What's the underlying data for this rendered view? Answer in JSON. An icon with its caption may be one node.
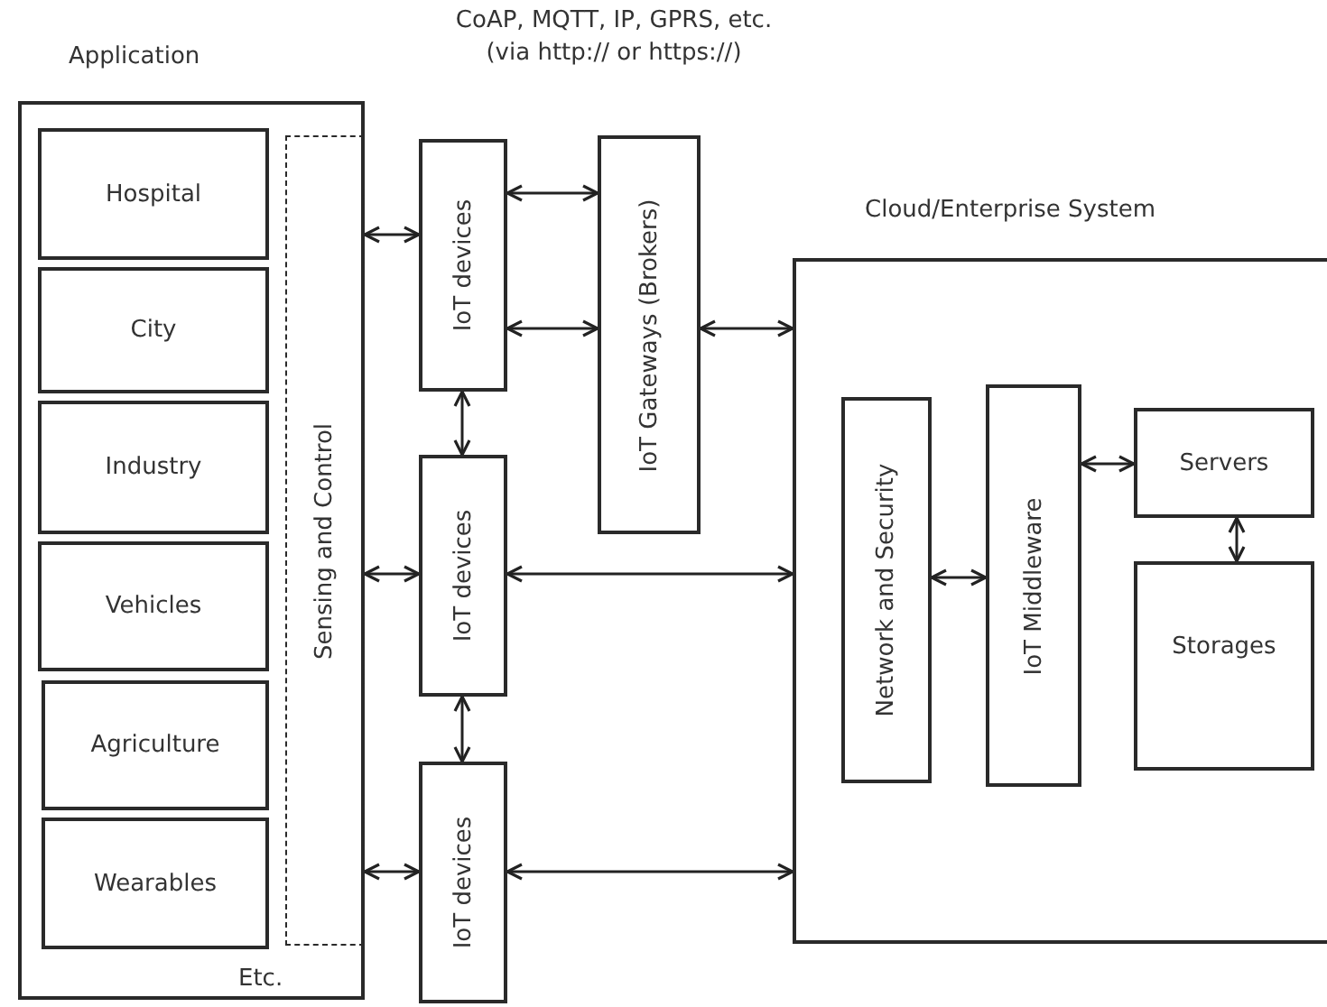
{
  "diagram": {
    "nodes": [
      {
        "text": [
          "Application",
          "Etc."
        ]
      },
      {
        "text": [
          "Hospital"
        ],
        "in": 0
      },
      {
        "text": [
          "City"
        ],
        "in": 0
      },
      {
        "text": [
          "Industry"
        ],
        "in": 0
      },
      {
        "text": [
          "Vehicles"
        ],
        "in": 0
      },
      {
        "text": [
          "Agriculture"
        ],
        "in": 0
      },
      {
        "text": [
          "Wearables"
        ],
        "in": 0
      },
      {
        "text": [
          "Sensing and Control"
        ],
        "in": 0
      },
      {
        "text": [
          "IoT devices"
        ]
      },
      {
        "text": [
          "IoT Gateways (Brokers)"
        ]
      },
      {
        "text": [
          "IoT devices"
        ]
      },
      {
        "text": [
          "IoT devices"
        ]
      },
      {
        "text": [
          "Cloud/Enterprise System"
        ]
      },
      {
        "text": [
          "Network and Security"
        ],
        "in": 12
      },
      {
        "text": [
          "IoT Middleware"
        ],
        "in": 12
      },
      {
        "text": [
          "Servers"
        ],
        "in": 12
      },
      {
        "text": [
          "Storages"
        ],
        "in": 12
      }
    ],
    "edges": [
      {
        "from": 7,
        "to": 8,
        "arrow": "both"
      },
      {
        "from": 7,
        "to": 10,
        "arrow": "both"
      },
      {
        "from": 7,
        "to": 11,
        "arrow": "both"
      },
      {
        "from": 8,
        "to": 9,
        "arrow": "both"
      },
      {
        "from": 8,
        "to": 9,
        "arrow": "both"
      },
      {
        "from": 8,
        "to": 10,
        "arrow": "both"
      },
      {
        "from": 10,
        "to": 11,
        "arrow": "both"
      },
      {
        "from": 9,
        "to": 12,
        "arrow": "both"
      },
      {
        "from": 10,
        "to": 12,
        "arrow": "both"
      },
      {
        "from": 11,
        "to": 12,
        "arrow": "both"
      },
      {
        "from": 13,
        "to": 14,
        "arrow": "both"
      },
      {
        "from": 14,
        "to": 15,
        "arrow": "both"
      },
      {
        "from": 15,
        "to": 16,
        "arrow": "both"
      }
    ],
    "labels": [
      "CoAP, MQTT, IP, GPRS, etc.",
      "(via http:// or https://)"
    ]
  }
}
